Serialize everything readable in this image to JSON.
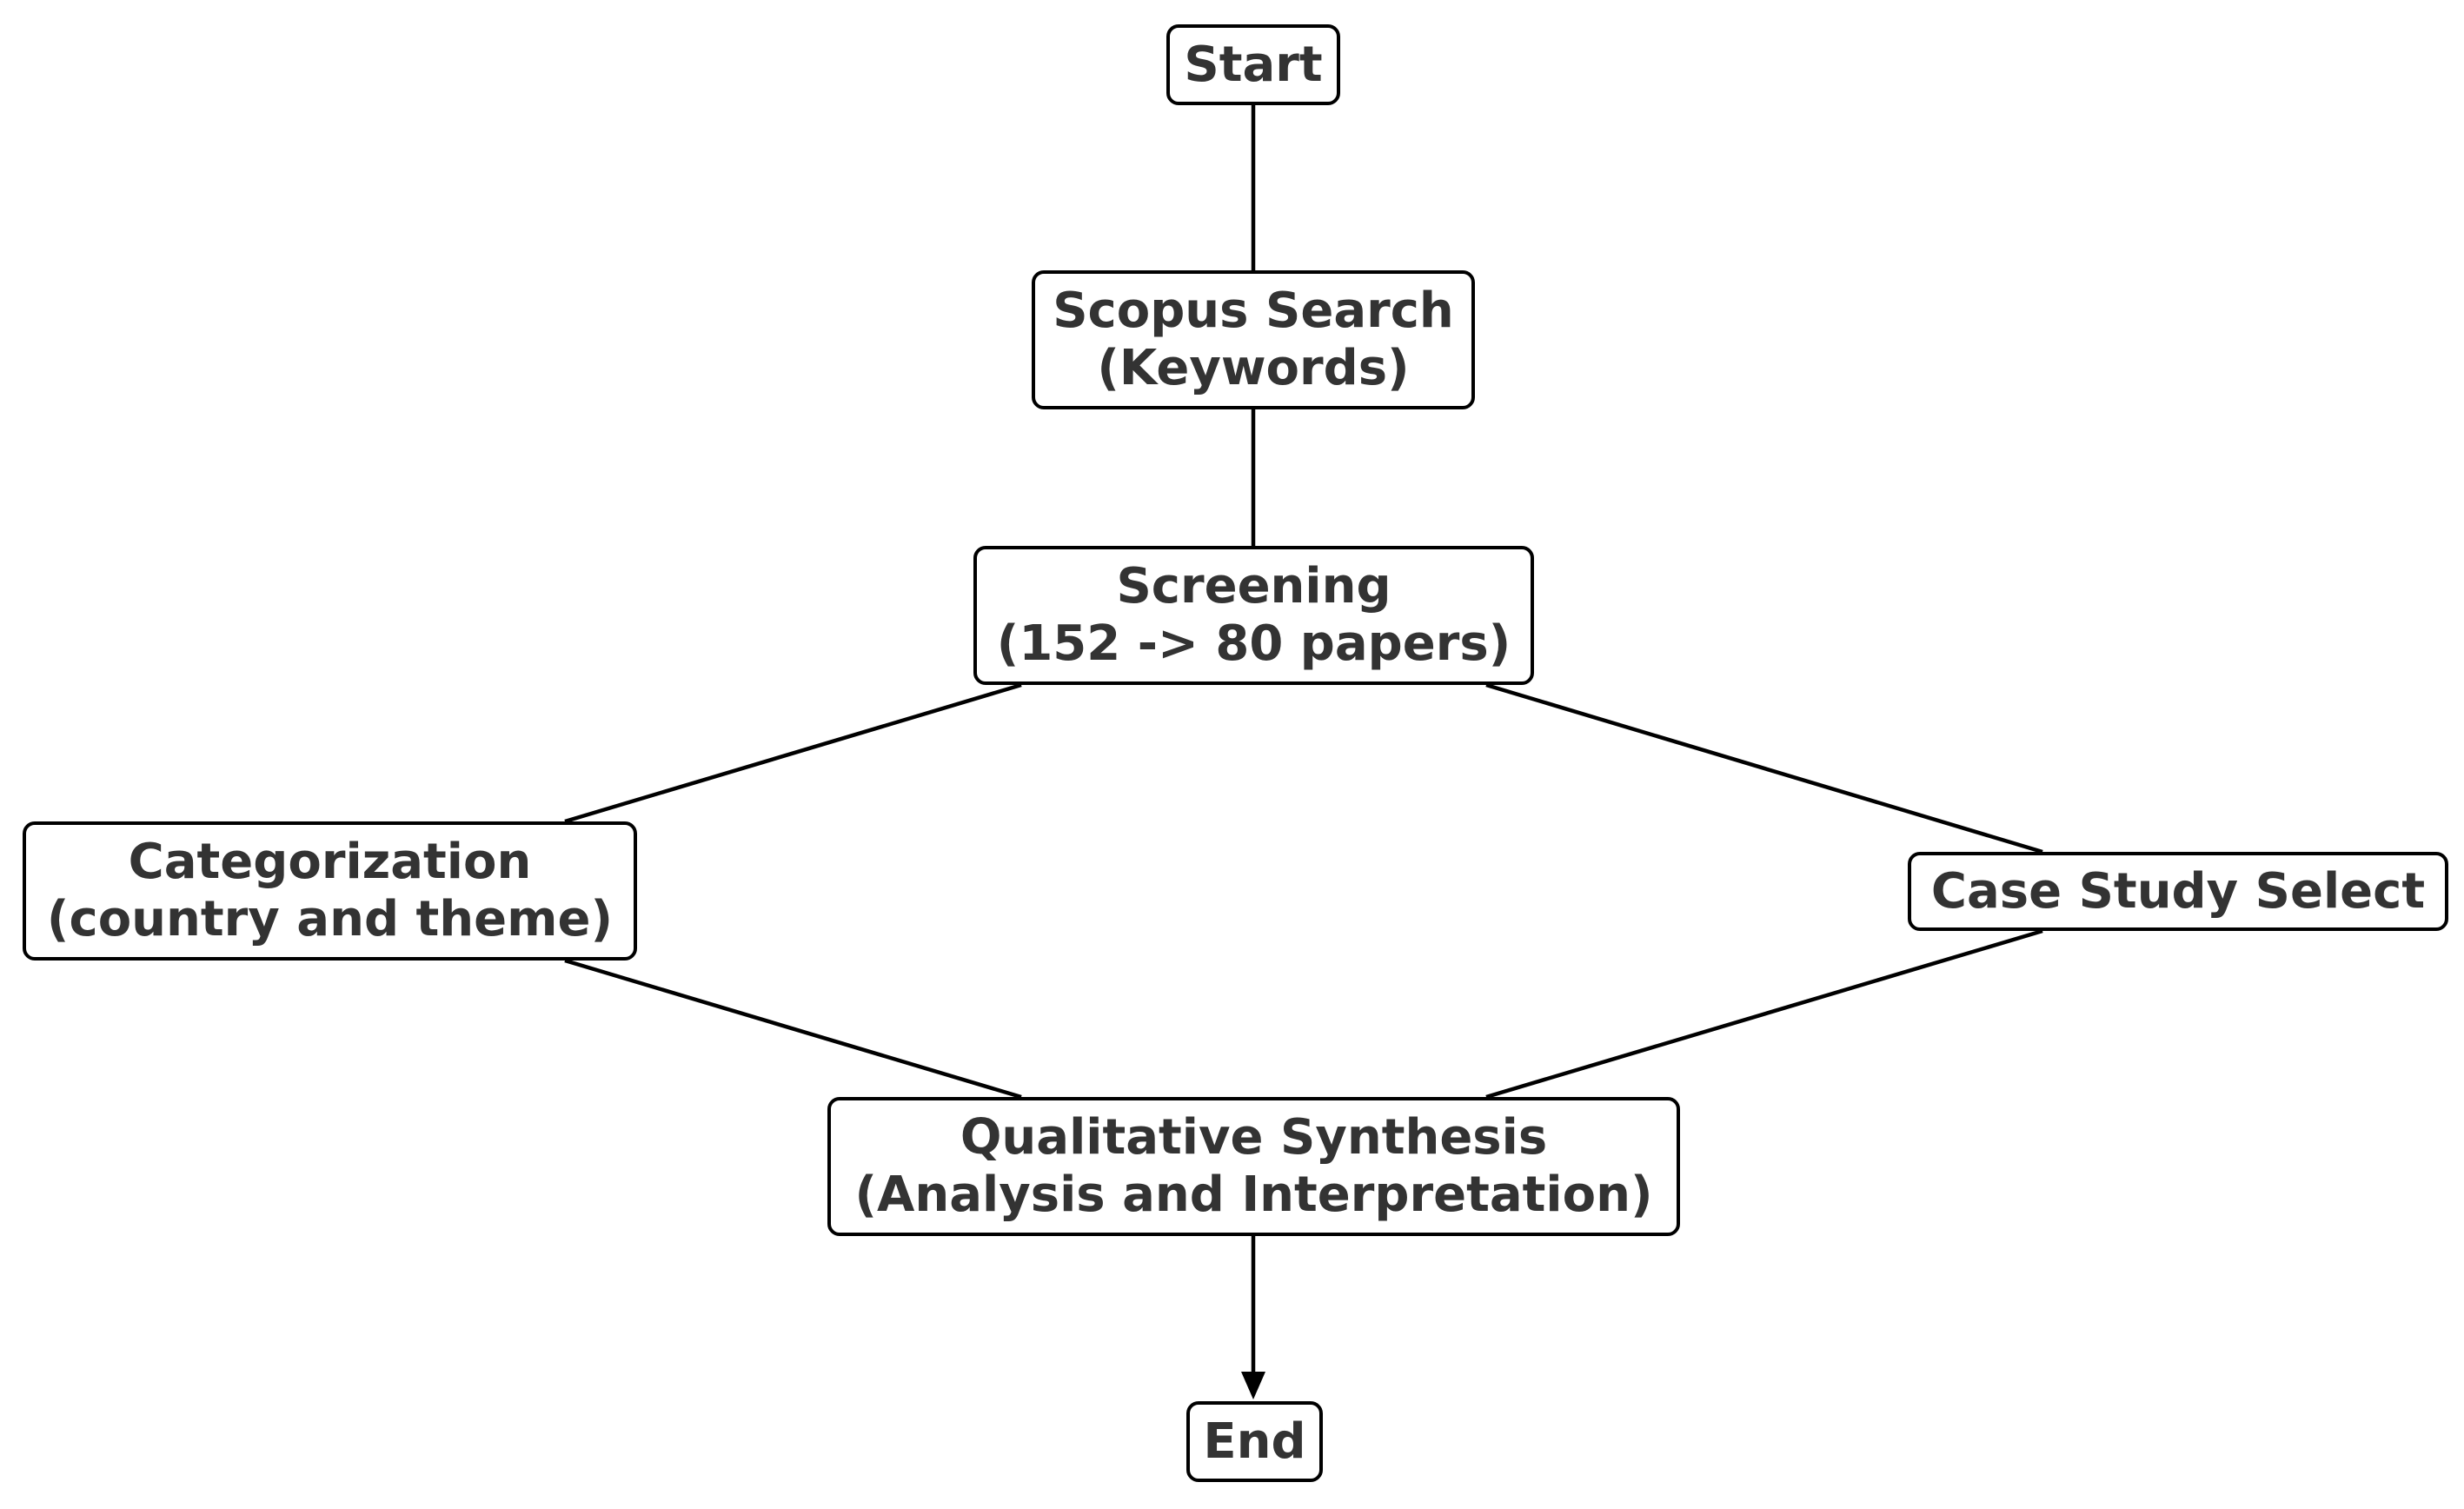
{
  "colors": {
    "node_border": "#000000",
    "node_fill": "#ffffff",
    "node_text": "#333333",
    "edge": "#000000",
    "background": "#ffffff"
  },
  "nodes": {
    "start": {
      "line1": "Start"
    },
    "scopus_search": {
      "line1": "Scopus Search",
      "line2": "(Keywords)"
    },
    "screening": {
      "line1": "Screening",
      "line2": "(152 -> 80 papers)"
    },
    "categorization": {
      "line1": "Categorization",
      "line2": "(country and theme)"
    },
    "case_study_select": {
      "line1": "Case Study Select"
    },
    "qualitative_synthesis": {
      "line1": "Qualitative Synthesis",
      "line2": "(Analysis and Interpretation)"
    },
    "end": {
      "line1": "End"
    }
  },
  "edges": [
    {
      "from": "start",
      "to": "scopus_search",
      "arrow": false
    },
    {
      "from": "scopus_search",
      "to": "screening",
      "arrow": false
    },
    {
      "from": "screening",
      "to": "categorization",
      "arrow": false
    },
    {
      "from": "screening",
      "to": "case_study_select",
      "arrow": false
    },
    {
      "from": "categorization",
      "to": "qualitative_synthesis",
      "arrow": false
    },
    {
      "from": "case_study_select",
      "to": "qualitative_synthesis",
      "arrow": false
    },
    {
      "from": "qualitative_synthesis",
      "to": "end",
      "arrow": true
    }
  ]
}
